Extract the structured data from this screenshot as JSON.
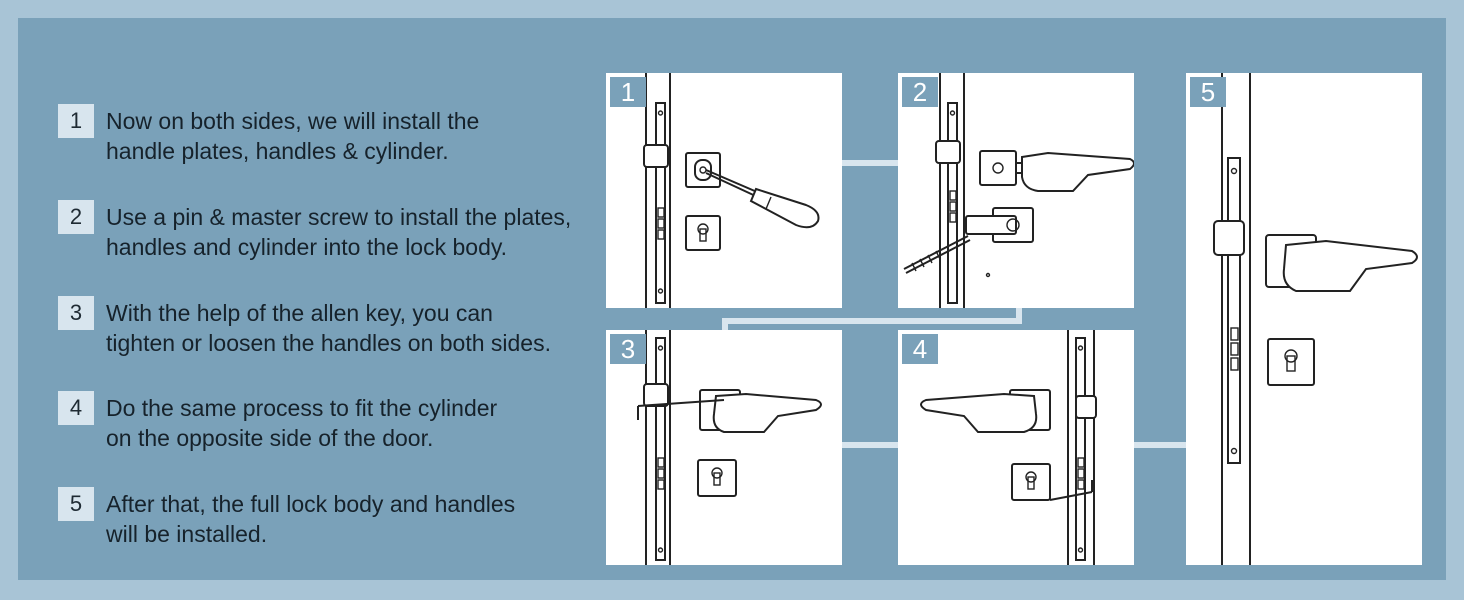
{
  "steps": [
    {
      "number": "1",
      "line1": "Now on both sides, we will install the",
      "line2": "handle plates, handles & cylinder."
    },
    {
      "number": "2",
      "line1": "Use a pin & master screw to install the plates,",
      "line2": "handles and cylinder into the lock body."
    },
    {
      "number": "3",
      "line1": "With the help of the allen key, you can",
      "line2": "tighten or loosen the handles on both sides."
    },
    {
      "number": "4",
      "line1": "Do the same process to fit the cylinder",
      "line2": "on the opposite side of the door."
    },
    {
      "number": "5",
      "line1": "After that, the full lock body and handles",
      "line2": "will be installed."
    }
  ],
  "panels": [
    {
      "label": "1",
      "illustration": "screwdriver-fitting-handle-plate"
    },
    {
      "label": "2",
      "illustration": "pin-and-master-screw-through-cylinder"
    },
    {
      "label": "3",
      "illustration": "allen-key-tightening-handle"
    },
    {
      "label": "4",
      "illustration": "opposite-side-handle-and-cylinder"
    },
    {
      "label": "5",
      "illustration": "fully-installed-lock-and-handle"
    }
  ],
  "colors": {
    "outer_background": "#a8c4d6",
    "frame_background": "#7aa1b9",
    "number_box": "#d8e5ee",
    "text": "#16222b",
    "panel_background": "#ffffff"
  }
}
